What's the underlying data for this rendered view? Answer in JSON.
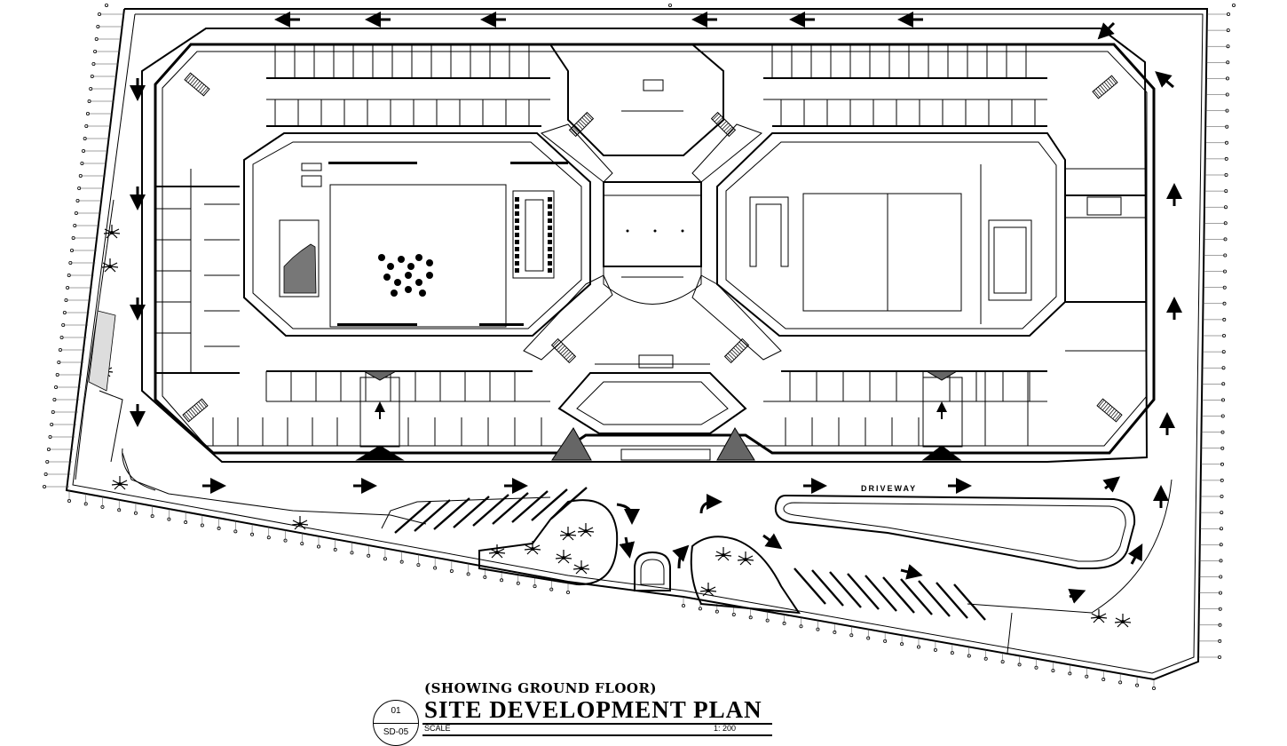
{
  "drawing": {
    "subtitle": "(SHOWING GROUND FLOOR)",
    "title": "SITE DEVELOPMENT PLAN",
    "scale_label": "SCALE",
    "scale_value": "1: 200",
    "detail_number": "01",
    "sheet_number": "SD-05",
    "driveway_label": "DRIVEWAY"
  },
  "icons": {
    "traffic_arrow": "arrow-icon",
    "tree": "palm-tree-icon",
    "entrance": "entrance-canopy-icon"
  },
  "colors": {
    "line": "#000000",
    "background": "#ffffff"
  }
}
